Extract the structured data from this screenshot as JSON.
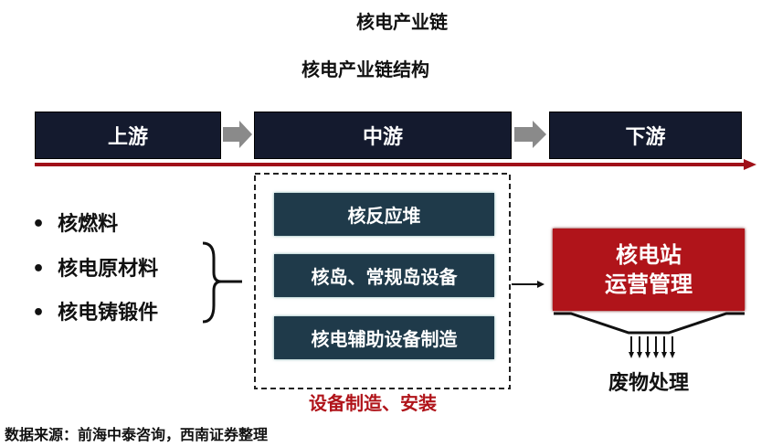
{
  "title": "核电产业链",
  "subtitle": "核电产业链结构",
  "stages": [
    "上游",
    "中游",
    "下游"
  ],
  "upstream_items": [
    "核燃料",
    "核电原材料",
    "核电铸锻件"
  ],
  "midstream_items": [
    "核反应堆",
    "核岛、常规岛设备",
    "核电辅助设备制造"
  ],
  "midstream_label": "设备制造、安装",
  "downstream_box": {
    "line1": "核电站",
    "line2": "运营管理"
  },
  "waste_label": "废物处理",
  "source": "数据来源：前海中泰咨询，西南证券整理",
  "colors": {
    "header": "#141a2e",
    "mid_box": "#1f3a4a",
    "accent_red": "#b0141a"
  }
}
